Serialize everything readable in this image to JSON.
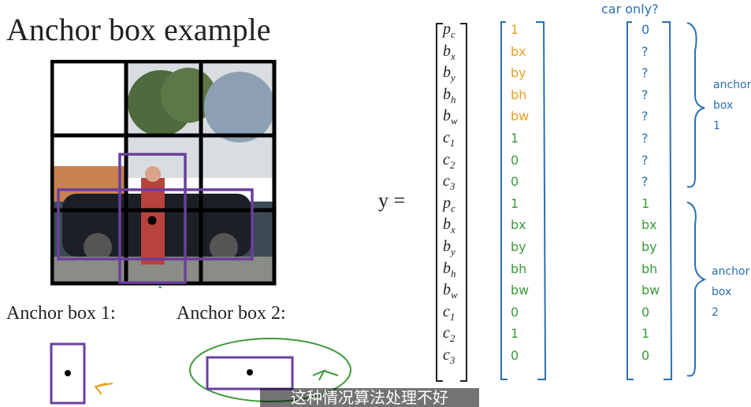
{
  "title": "Anchor box example",
  "labels": {
    "anchor_box_1": "Anchor box 1:",
    "anchor_box_2": "Anchor box 2:"
  },
  "equation": {
    "lhs": "y  ="
  },
  "vector_entries": [
    {
      "base": "p",
      "sub": "c"
    },
    {
      "base": "b",
      "sub": "x"
    },
    {
      "base": "b",
      "sub": "y"
    },
    {
      "base": "b",
      "sub": "h"
    },
    {
      "base": "b",
      "sub": "w"
    },
    {
      "base": "c",
      "sub": "1"
    },
    {
      "base": "c",
      "sub": "2"
    },
    {
      "base": "c",
      "sub": "3"
    },
    {
      "base": "p",
      "sub": "c"
    },
    {
      "base": "b",
      "sub": "x"
    },
    {
      "base": "b",
      "sub": "y"
    },
    {
      "base": "b",
      "sub": "h"
    },
    {
      "base": "b",
      "sub": "w"
    },
    {
      "base": "c",
      "sub": "1"
    },
    {
      "base": "c",
      "sub": "2"
    },
    {
      "base": "c",
      "sub": "3"
    }
  ],
  "handwritten_column_1": [
    "1",
    "bx",
    "by",
    "bh",
    "bw",
    "1",
    "0",
    "0",
    "1",
    "bx",
    "by",
    "bh",
    "bw",
    "0",
    "1",
    "0"
  ],
  "handwritten_column_2": [
    "0",
    "?",
    "?",
    "?",
    "?",
    "?",
    "?",
    "?",
    "1",
    "bx",
    "by",
    "bh",
    "bw",
    "0",
    "1",
    "0"
  ],
  "annotations": {
    "car_only": "car only?",
    "anchor_box_1_note": [
      "anchor",
      "box",
      "1"
    ],
    "anchor_box_2_note": [
      "anchor",
      "box",
      "2"
    ]
  },
  "subtitle": "这种情况算法处理不好",
  "colors": {
    "orange": "#e8a020",
    "green": "#3b9a3b",
    "blue": "#2a6fb3",
    "purple": "#6a3f9e"
  }
}
